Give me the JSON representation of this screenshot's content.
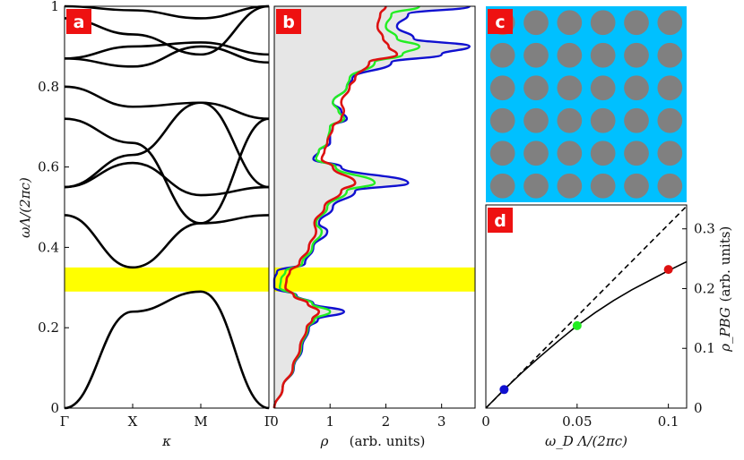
{
  "panels": {
    "a": {
      "label": "a"
    },
    "b": {
      "label": "b"
    },
    "c": {
      "label": "c"
    },
    "d": {
      "label": "d"
    }
  },
  "colors": {
    "bandgap": "#ffff00",
    "dos_fill": "#e6e6e6",
    "crystal_bg": "#00c0ff",
    "rods": "#808080",
    "label_bg": "#ee1111",
    "blue": "#1010d0",
    "green": "#22ee22",
    "red": "#dd1111",
    "black": "#000000"
  },
  "chart_data": [
    {
      "panel": "a",
      "type": "line",
      "xlabel": "κ",
      "ylabel": "ωΛ/(2πc)",
      "x_ticks": [
        "Γ",
        "X",
        "M",
        "Γ"
      ],
      "ylim": [
        0,
        1
      ],
      "y_ticks": [
        "0",
        "0.2",
        "0.4",
        "0.6",
        "0.8",
        "1"
      ],
      "band_gap": [
        0.29,
        0.35
      ],
      "bands": [
        [
          0.0,
          0.24,
          0.29,
          0.0
        ],
        [
          0.48,
          0.35,
          0.46,
          0.48
        ],
        [
          0.55,
          0.61,
          0.53,
          0.55
        ],
        [
          0.55,
          0.63,
          0.76,
          0.55
        ],
        [
          0.72,
          0.66,
          0.46,
          0.72
        ],
        [
          0.8,
          0.75,
          0.76,
          0.72
        ],
        [
          0.87,
          0.85,
          0.9,
          0.86
        ],
        [
          0.87,
          0.9,
          0.91,
          0.88
        ],
        [
          0.97,
          0.93,
          0.88,
          1.0
        ],
        [
          1.0,
          0.99,
          0.97,
          1.0
        ]
      ]
    },
    {
      "panel": "b",
      "type": "area",
      "xlabel": "ρ",
      "xlabel_units": "(arb. units)",
      "xlim": [
        0,
        3.6
      ],
      "x_ticks": [
        "0",
        "1",
        "2",
        "3"
      ],
      "ylim": [
        0,
        1
      ],
      "band_gap": [
        0.29,
        0.35
      ],
      "y": [
        0.0,
        0.05,
        0.1,
        0.15,
        0.2,
        0.22,
        0.24,
        0.26,
        0.28,
        0.3,
        0.32,
        0.34,
        0.36,
        0.4,
        0.44,
        0.46,
        0.5,
        0.54,
        0.56,
        0.6,
        0.62,
        0.64,
        0.66,
        0.7,
        0.72,
        0.74,
        0.76,
        0.8,
        0.82,
        0.86,
        0.88,
        0.9,
        0.92,
        0.95,
        0.98,
        1.0
      ],
      "series": [
        {
          "color": "blue",
          "values": [
            0.0,
            0.15,
            0.35,
            0.5,
            0.62,
            0.78,
            1.25,
            0.7,
            0.4,
            0.0,
            0.0,
            0.05,
            0.55,
            0.7,
            0.95,
            0.8,
            1.05,
            1.45,
            2.4,
            1.2,
            0.7,
            0.8,
            1.0,
            1.0,
            1.3,
            1.2,
            1.05,
            1.3,
            1.4,
            2.1,
            3.0,
            3.5,
            2.5,
            2.2,
            2.4,
            3.5
          ]
        },
        {
          "color": "green",
          "values": [
            0.0,
            0.15,
            0.34,
            0.48,
            0.6,
            0.72,
            1.0,
            0.68,
            0.38,
            0.1,
            0.12,
            0.2,
            0.5,
            0.68,
            0.85,
            0.75,
            0.95,
            1.3,
            1.8,
            1.1,
            0.75,
            0.8,
            0.95,
            1.0,
            1.25,
            1.15,
            1.05,
            1.3,
            1.35,
            1.8,
            2.3,
            2.6,
            2.2,
            2.0,
            2.1,
            2.6
          ]
        },
        {
          "color": "red",
          "values": [
            0.0,
            0.15,
            0.33,
            0.46,
            0.58,
            0.68,
            0.8,
            0.6,
            0.35,
            0.2,
            0.22,
            0.28,
            0.45,
            0.62,
            0.75,
            0.72,
            0.9,
            1.2,
            1.45,
            1.05,
            0.85,
            0.9,
            0.95,
            1.05,
            1.2,
            1.25,
            1.2,
            1.35,
            1.45,
            1.7,
            2.2,
            2.05,
            1.95,
            1.85,
            1.9,
            2.0
          ]
        }
      ]
    },
    {
      "panel": "c",
      "type": "lattice",
      "rows": 6,
      "cols": 6
    },
    {
      "panel": "d",
      "type": "line",
      "xlabel": "ω_D Λ/(2πc)",
      "ylabel": "ρ_PBG",
      "ylabel_units": "(arb. units)",
      "xlim": [
        0,
        0.11
      ],
      "ylim": [
        0,
        0.34
      ],
      "x_ticks": [
        "0",
        "0.05",
        "0.1"
      ],
      "y_ticks": [
        "0",
        "0.1",
        "0.2",
        "0.3"
      ],
      "series": [
        {
          "style": "solid",
          "x": [
            0.0,
            0.01,
            0.02,
            0.03,
            0.04,
            0.05,
            0.06,
            0.07,
            0.08,
            0.09,
            0.1,
            0.11
          ],
          "y": [
            0.0,
            0.031,
            0.06,
            0.087,
            0.113,
            0.138,
            0.16,
            0.18,
            0.198,
            0.214,
            0.23,
            0.245
          ]
        },
        {
          "style": "dashed",
          "x": [
            0.0,
            0.11
          ],
          "y": [
            0.0,
            0.338
          ]
        }
      ],
      "points": [
        {
          "x": 0.01,
          "y": 0.031,
          "color": "blue"
        },
        {
          "x": 0.05,
          "y": 0.138,
          "color": "green"
        },
        {
          "x": 0.1,
          "y": 0.232,
          "color": "red"
        }
      ]
    }
  ]
}
